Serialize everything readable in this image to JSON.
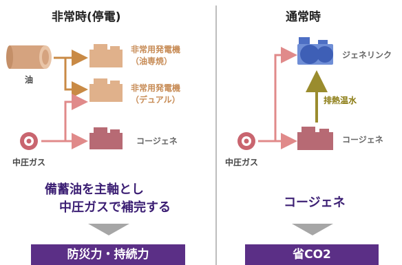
{
  "left": {
    "title": "非常時(停電)",
    "oil_label": "油",
    "gas_label": "中圧ガス",
    "generator_oil_line1": "非常用発電機",
    "generator_oil_line2": "（油専焼）",
    "generator_dual_line1": "非常用発電機",
    "generator_dual_line2": "（デュアル）",
    "cogen_label": "コージェネ",
    "message_line1": "備蓄油を主軸とし",
    "message_line2": "中圧ガスで補完する",
    "result": "防災力・持続力"
  },
  "right": {
    "title": "通常時",
    "gas_label": "中圧ガス",
    "chiller_label": "ジェネリンク",
    "heat_label": "排熱温水",
    "cogen_label": "コージェネ",
    "message": "コージェネ",
    "result": "省CO2"
  },
  "colors": {
    "oil": "#d5a37f",
    "gas_arrow": "#e08a8a",
    "cogen": "#b76a74",
    "chiller": "#4d6fc4",
    "heat_arrow": "#9a8c2e",
    "accent": "#5b2f86"
  }
}
